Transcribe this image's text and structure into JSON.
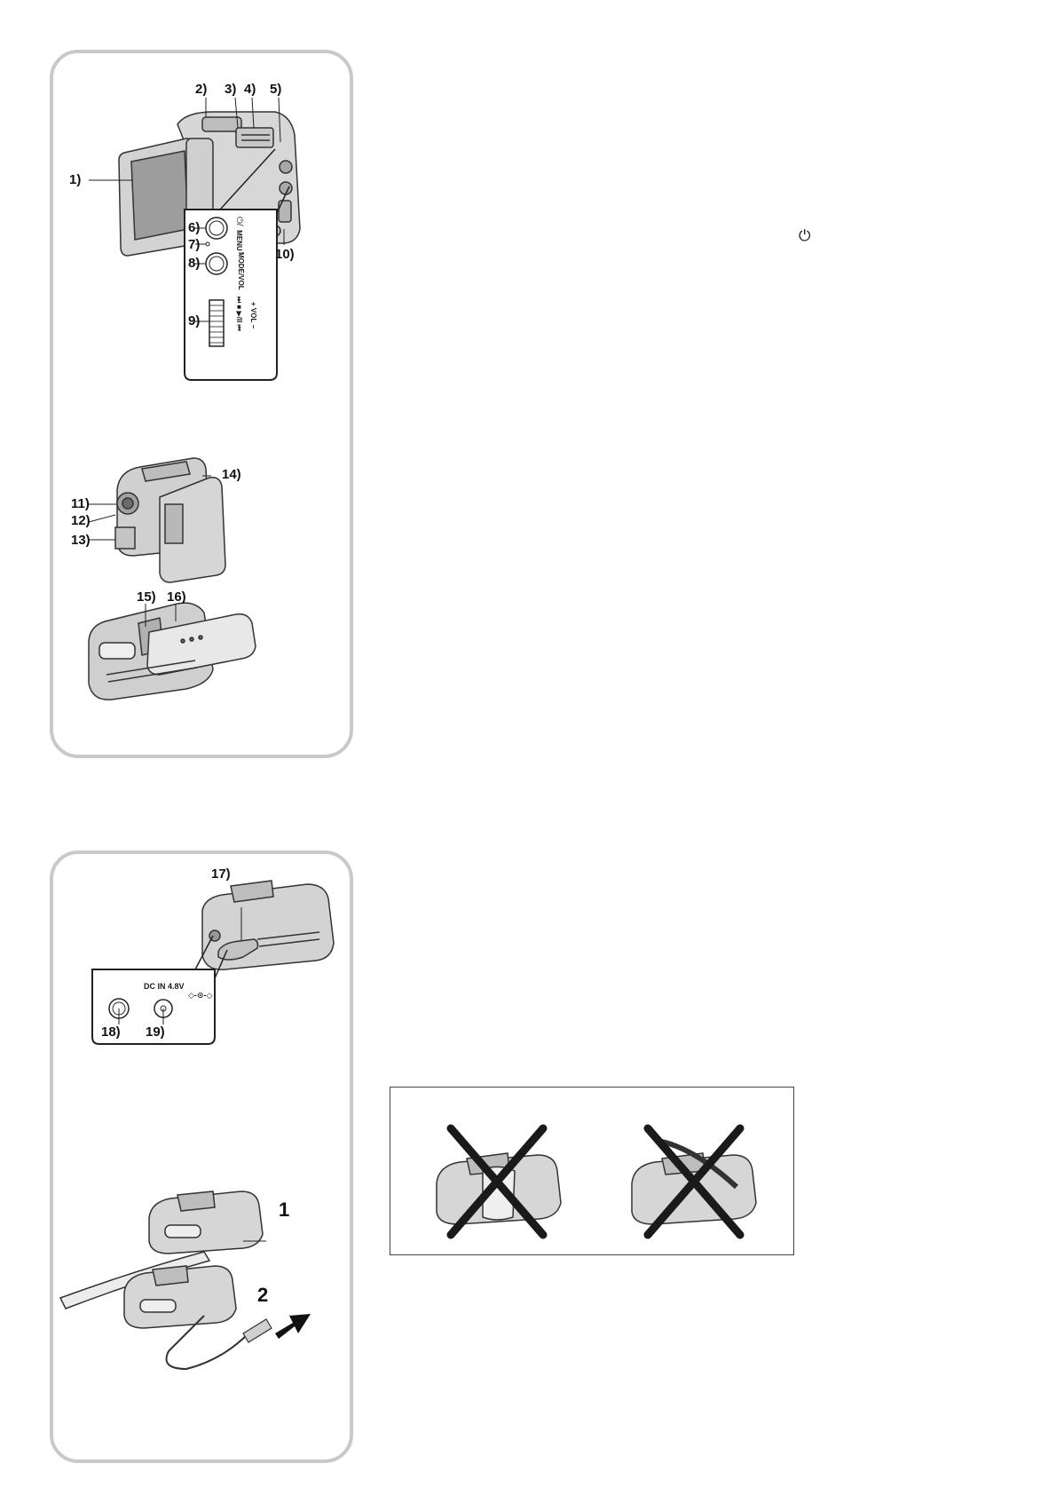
{
  "panel1": {
    "callouts": {
      "c1": "1)",
      "c2": "2)",
      "c3": "3)",
      "c4": "4)",
      "c5": "5)",
      "c6": "6)",
      "c7": "7)",
      "c8": "8)",
      "c9": "9)",
      "c10": "10)",
      "c11": "11)",
      "c12": "12)",
      "c13": "13)",
      "c14": "14)",
      "c15": "15)",
      "c16": "16)"
    },
    "button_labels": {
      "menu": "MENU",
      "mode_vol_line1": "MODE/",
      "mode_vol_line2": "VOL",
      "vol_line": "VOL"
    },
    "icons": [
      "power-icon",
      "skip-next-icon",
      "skip-prev-icon",
      "play-pause-icon",
      "stop-icon"
    ]
  },
  "panel2": {
    "callouts": {
      "c17": "17)",
      "c18": "18)",
      "c19": "19)"
    },
    "dc_in_label": "DC IN 4.8V",
    "steps": {
      "s1": "1",
      "s2": "2"
    }
  },
  "body_text": {
    "power_symbol": "⏻"
  },
  "warning_box": {
    "icons": [
      "cross-mark-icon",
      "cross-mark-icon"
    ]
  }
}
